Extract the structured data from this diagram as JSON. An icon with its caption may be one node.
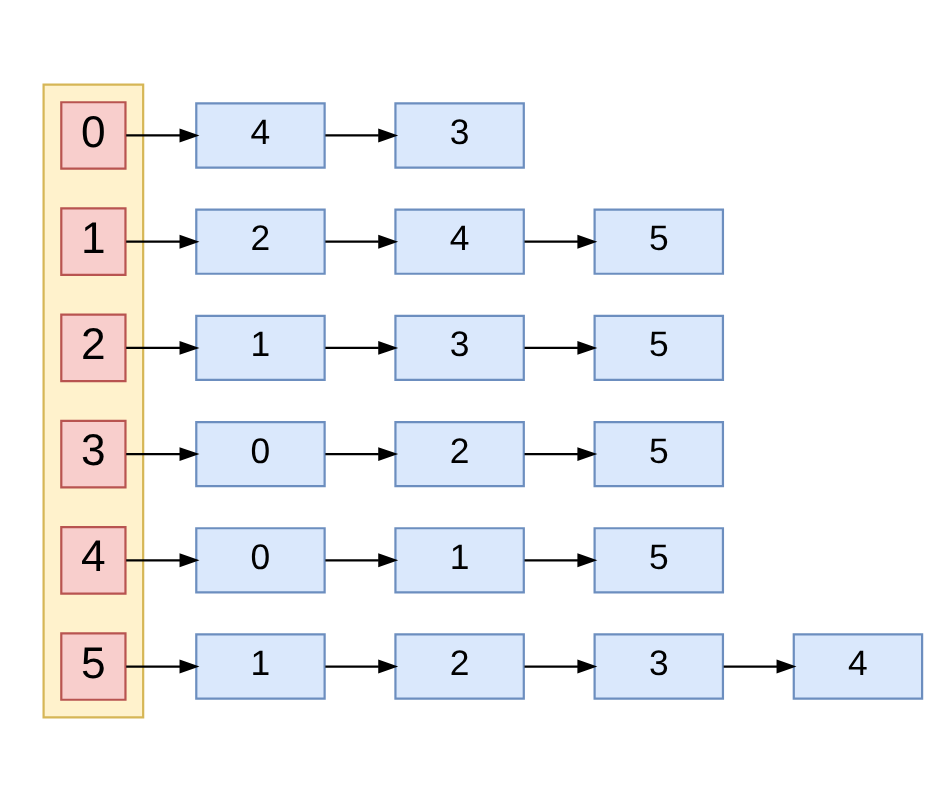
{
  "diagram": {
    "nodes": [
      {
        "text": [],
        "shape": "box"
      },
      {
        "text": [
          "0"
        ],
        "in": 0
      },
      {
        "text": [
          "4"
        ]
      },
      {
        "text": [
          "3"
        ]
      },
      {
        "text": [
          "1"
        ],
        "in": 0
      },
      {
        "text": [
          "2"
        ]
      },
      {
        "text": [
          "4"
        ]
      },
      {
        "text": [
          "5"
        ]
      },
      {
        "text": [
          "2"
        ],
        "in": 0
      },
      {
        "text": [
          "1"
        ]
      },
      {
        "text": [
          "3"
        ]
      },
      {
        "text": [
          "5"
        ]
      },
      {
        "text": [
          "3"
        ],
        "in": 0
      },
      {
        "text": [
          "0"
        ]
      },
      {
        "text": [
          "2"
        ]
      },
      {
        "text": [
          "5"
        ]
      },
      {
        "text": [
          "4"
        ],
        "in": 0
      },
      {
        "text": [
          "0"
        ]
      },
      {
        "text": [
          "1"
        ]
      },
      {
        "text": [
          "5"
        ]
      },
      {
        "text": [
          "5"
        ],
        "in": 0
      },
      {
        "text": [
          "1"
        ]
      },
      {
        "text": [
          "2"
        ]
      },
      {
        "text": [
          "3"
        ]
      },
      {
        "text": [
          "4"
        ]
      }
    ],
    "edges": [
      {
        "from": 1,
        "to": 2,
        "arrow": "to"
      },
      {
        "from": 2,
        "to": 3,
        "arrow": "to"
      },
      {
        "from": 4,
        "to": 5,
        "arrow": "to"
      },
      {
        "from": 5,
        "to": 6,
        "arrow": "to"
      },
      {
        "from": 6,
        "to": 7,
        "arrow": "to"
      },
      {
        "from": 8,
        "to": 9,
        "arrow": "to"
      },
      {
        "from": 9,
        "to": 10,
        "arrow": "to"
      },
      {
        "from": 10,
        "to": 11,
        "arrow": "to"
      },
      {
        "from": 12,
        "to": 13,
        "arrow": "to"
      },
      {
        "from": 13,
        "to": 14,
        "arrow": "to"
      },
      {
        "from": 14,
        "to": 15,
        "arrow": "to"
      },
      {
        "from": 16,
        "to": 17,
        "arrow": "to"
      },
      {
        "from": 17,
        "to": 18,
        "arrow": "to"
      },
      {
        "from": 18,
        "to": 19,
        "arrow": "to"
      },
      {
        "from": 20,
        "to": 21,
        "arrow": "to"
      },
      {
        "from": 21,
        "to": 22,
        "arrow": "to"
      },
      {
        "from": 22,
        "to": 23,
        "arrow": "to"
      },
      {
        "from": 23,
        "to": 24,
        "arrow": "to"
      }
    ]
  }
}
